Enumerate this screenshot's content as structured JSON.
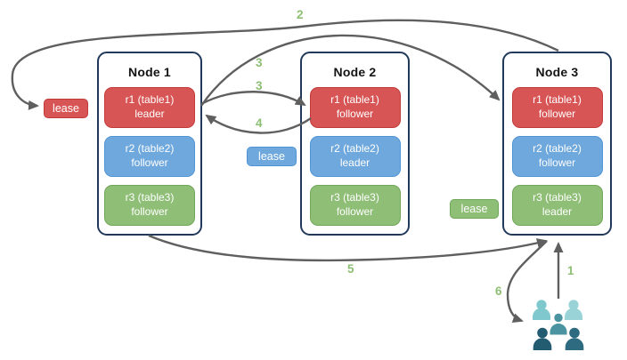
{
  "diagram": {
    "nodes": [
      {
        "title": "Node 1",
        "replicas": [
          {
            "range": "r1 (table1)",
            "role": "leader",
            "color": "#d85555"
          },
          {
            "range": "r2 (table2)",
            "role": "follower",
            "color": "#6fa8dc"
          },
          {
            "range": "r3 (table3)",
            "role": "follower",
            "color": "#8fbe77"
          }
        ]
      },
      {
        "title": "Node 2",
        "replicas": [
          {
            "range": "r1 (table1)",
            "role": "follower",
            "color": "#d85555"
          },
          {
            "range": "r2 (table2)",
            "role": "leader",
            "color": "#6fa8dc"
          },
          {
            "range": "r3 (table3)",
            "role": "follower",
            "color": "#8fbe77"
          }
        ]
      },
      {
        "title": "Node 3",
        "replicas": [
          {
            "range": "r1 (table1)",
            "role": "follower",
            "color": "#d85555"
          },
          {
            "range": "r2 (table2)",
            "role": "follower",
            "color": "#6fa8dc"
          },
          {
            "range": "r3 (table3)",
            "role": "leader",
            "color": "#8fbe77"
          }
        ]
      }
    ],
    "leases": [
      {
        "label": "lease",
        "color": "#d85555"
      },
      {
        "label": "lease",
        "color": "#6fa8dc"
      },
      {
        "label": "lease",
        "color": "#8fbe77"
      }
    ],
    "steps": {
      "s1": "1",
      "s2": "2",
      "s3a": "3",
      "s3b": "3",
      "s4": "4",
      "s5": "5",
      "s6": "6"
    },
    "icons": {
      "users": "users-group-icon"
    },
    "colors": {
      "node_border": "#23395b",
      "arrow": "#5f5f5f",
      "step_label": "#8cbf72",
      "red_fill": "#d85555",
      "red_border": "#c23b3b",
      "blue_fill": "#6fa8dc",
      "blue_border": "#4f94d6",
      "green_fill": "#8fbe77",
      "green_border": "#70a758",
      "users_light_teal": "#7ec8ce",
      "users_lighter_teal": "#99d3d8",
      "users_mid_teal": "#4c93a2",
      "users_dark_navy": "#235b71",
      "users_dark_slate": "#2f6b80"
    }
  }
}
